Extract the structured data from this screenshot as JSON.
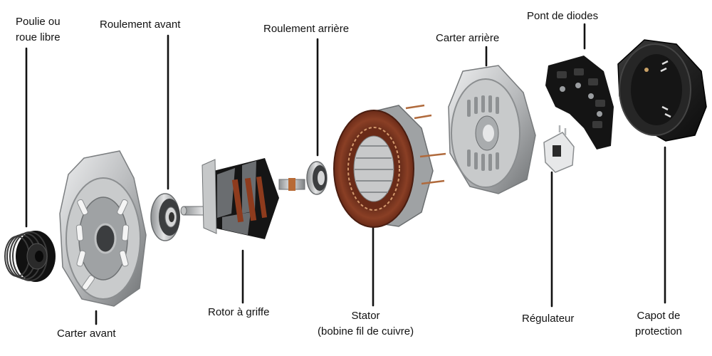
{
  "diagram": {
    "colors": {
      "background": "#ffffff",
      "text": "#111111",
      "metal_light": "#d9dadb",
      "metal_mid": "#a7a9ab",
      "metal_dark": "#5d6062",
      "copper": "#7a3420",
      "copper_light": "#b26a45",
      "rubber_black": "#1a1a1a"
    },
    "labels": {
      "poulie": {
        "line1": "Poulie ou",
        "line2": "roue libre"
      },
      "roulement_avant": "Roulement avant",
      "roulement_arriere": "Roulement arrière",
      "carter_arriere": "Carter arrière",
      "pont_diodes": "Pont de diodes",
      "carter_avant": "Carter avant",
      "rotor": "Rotor à griffe",
      "stator": {
        "line1": "Stator",
        "line2": "(bobine fil de cuivre)"
      },
      "regulateur": "Régulateur",
      "capot": {
        "line1": "Capot de",
        "line2": "protection"
      }
    },
    "parts": [
      {
        "name": "pulley",
        "icon": "pulley-icon"
      },
      {
        "name": "front-housing",
        "icon": "front-housing-icon"
      },
      {
        "name": "front-bearing",
        "icon": "bearing-icon"
      },
      {
        "name": "claw-rotor",
        "icon": "rotor-icon"
      },
      {
        "name": "rear-bearing",
        "icon": "bearing-icon"
      },
      {
        "name": "stator",
        "icon": "stator-icon"
      },
      {
        "name": "rear-housing",
        "icon": "rear-housing-icon"
      },
      {
        "name": "diode-bridge",
        "icon": "diode-bridge-icon"
      },
      {
        "name": "regulator",
        "icon": "regulator-icon"
      },
      {
        "name": "protective-cover",
        "icon": "cover-icon"
      }
    ]
  }
}
